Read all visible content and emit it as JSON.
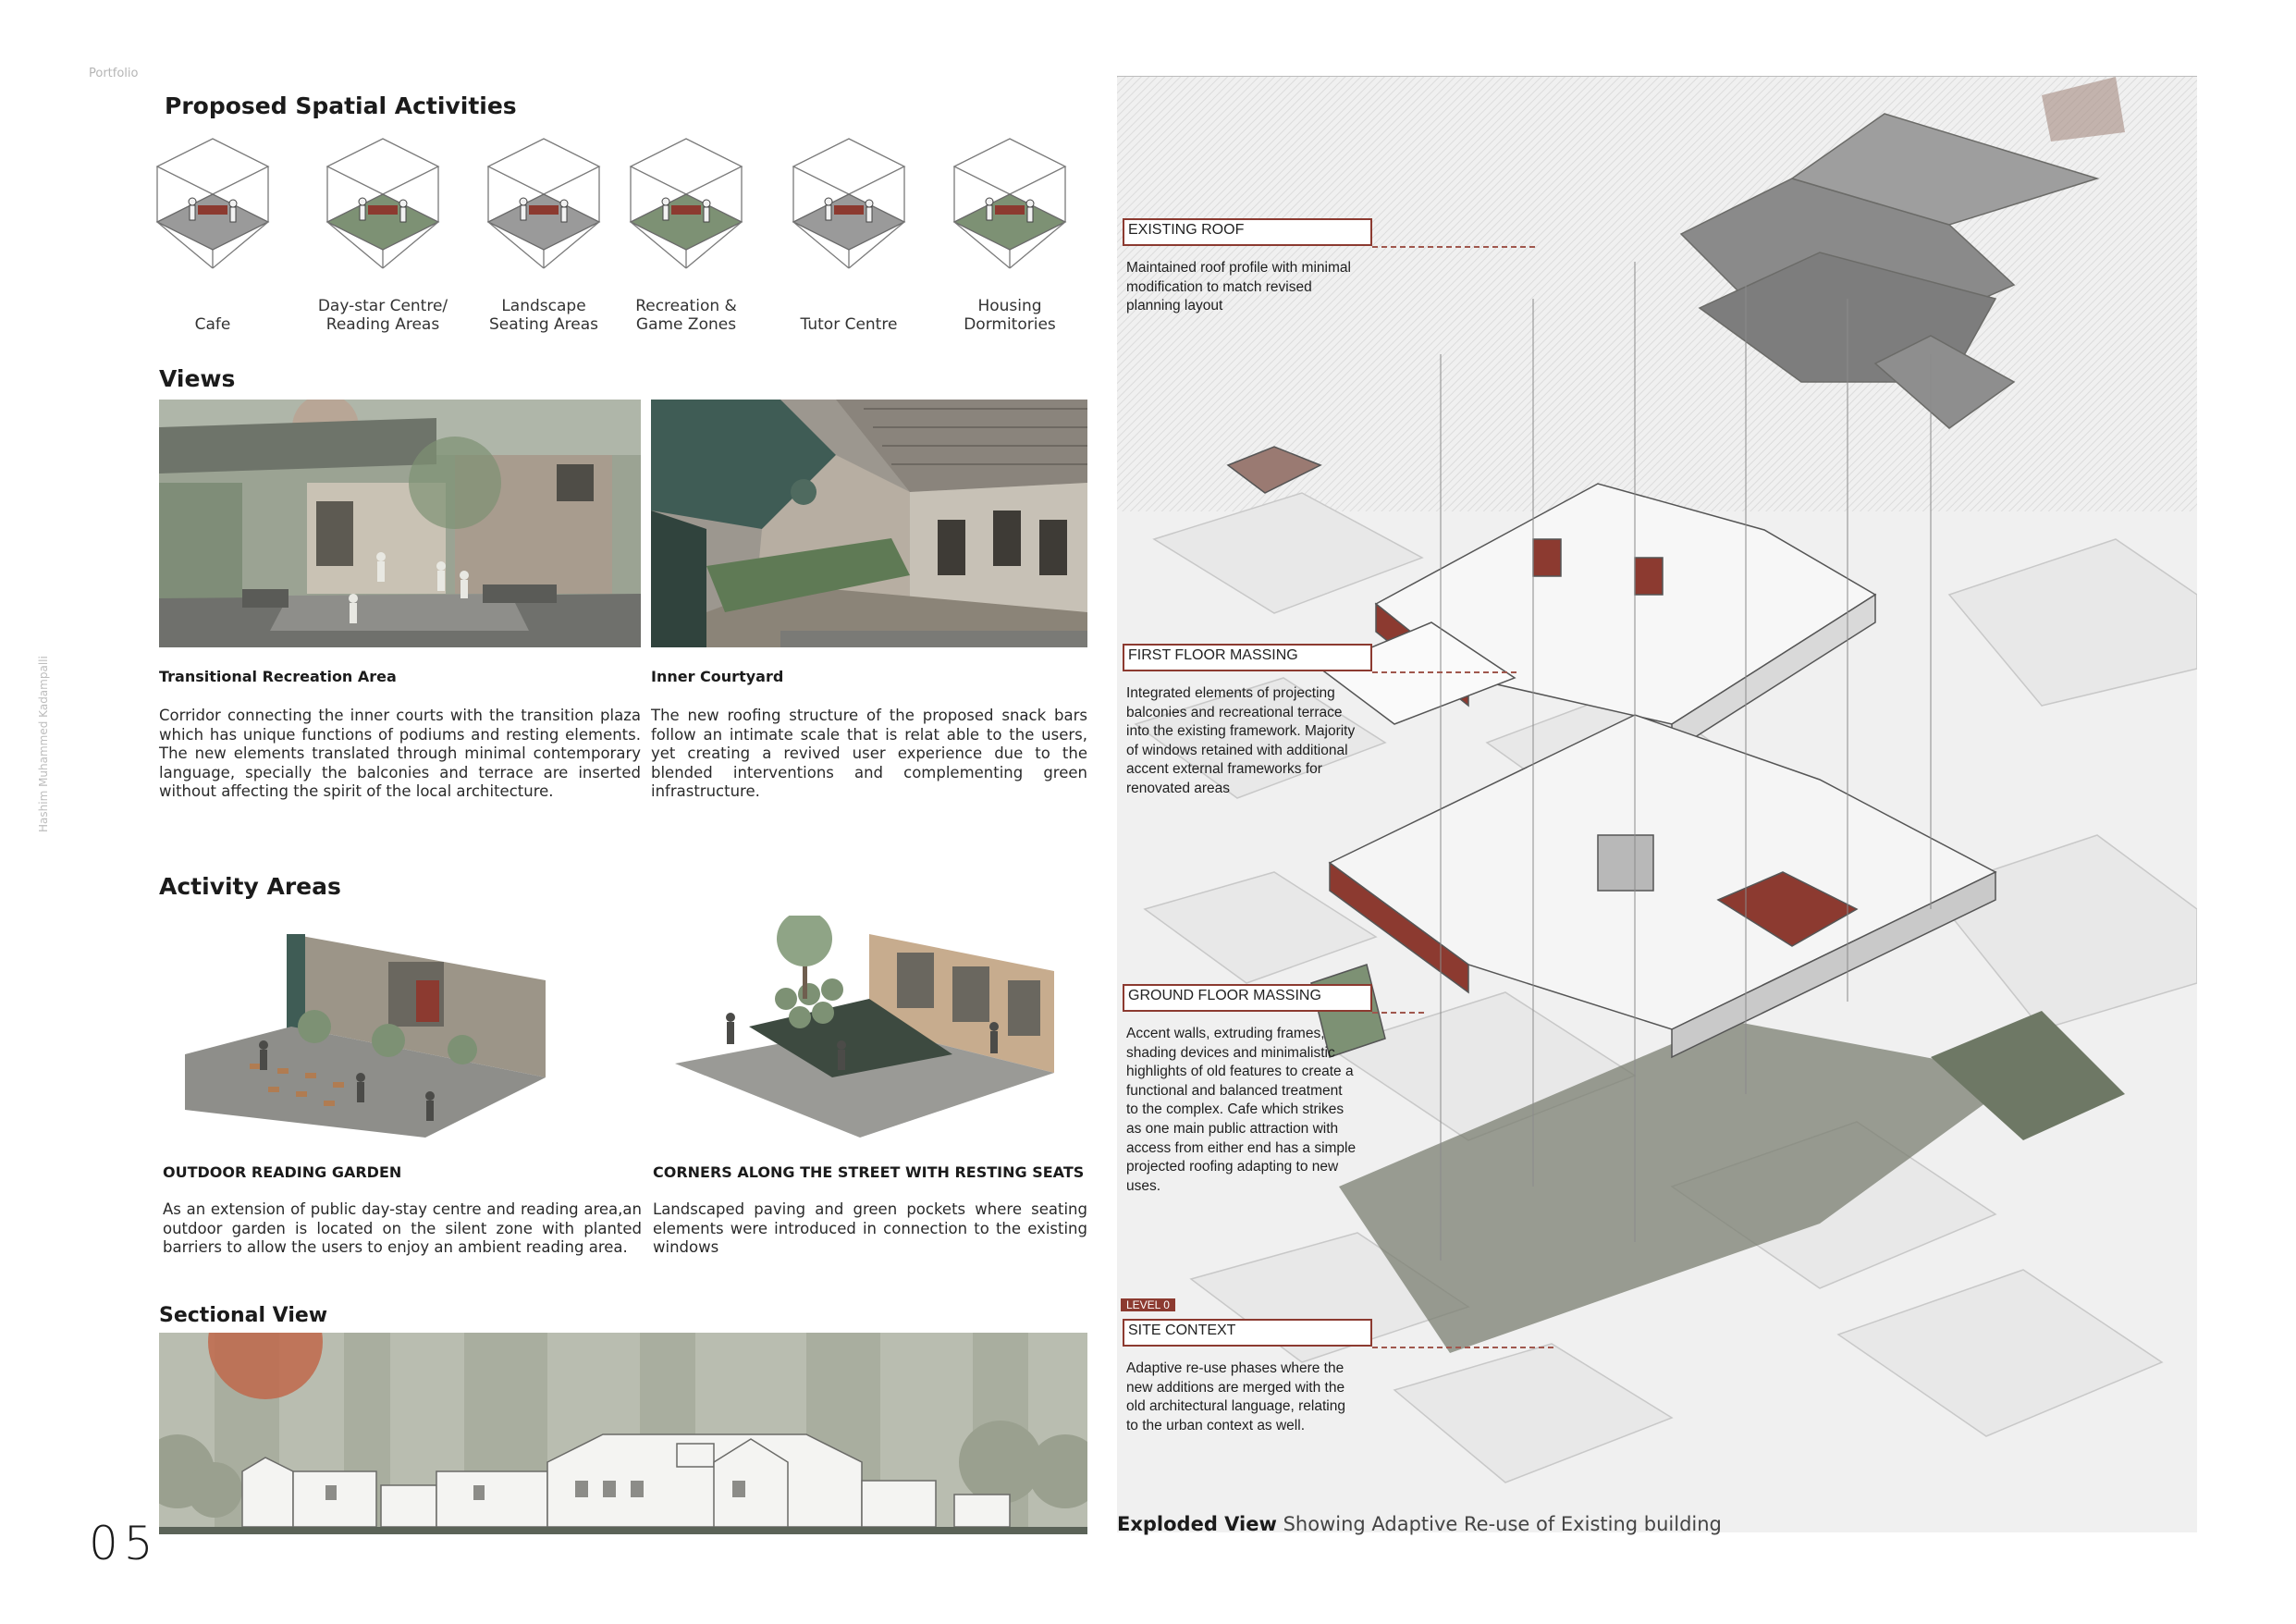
{
  "header": {
    "portfolio_tag": "Portfolio",
    "author": "Hashim Muhammed Kadampalli",
    "page_number": "05"
  },
  "colors": {
    "accent": "#8c3a30",
    "green": "#7d9174",
    "sun": "#c0684b",
    "grey": "#9a9a9a"
  },
  "spatial": {
    "title": "Proposed Spatial Activities",
    "items": [
      {
        "label": "Cafe",
        "floor": "grey",
        "icon": "cafe-icon"
      },
      {
        "label": "Day-star Centre/\nReading Areas",
        "floor": "green",
        "icon": "reading-area-icon"
      },
      {
        "label": "Landscape\nSeating Areas",
        "floor": "grey",
        "icon": "landscape-seating-icon"
      },
      {
        "label": "Recreation &\nGame Zones",
        "floor": "green",
        "icon": "recreation-icon"
      },
      {
        "label": "Tutor Centre",
        "floor": "grey",
        "icon": "tutor-centre-icon"
      },
      {
        "label": "Housing\nDormitories",
        "floor": "green",
        "icon": "housing-icon"
      }
    ]
  },
  "views": {
    "title": "Views",
    "left": {
      "title": "Transitional Recreation Area",
      "text": "Corridor connecting the inner courts with the transition plaza which has unique functions of podiums and resting elements. The new elements translated through minimal contemporary language, specially the balconies and terrace are inserted without affecting the spirit of the local architecture."
    },
    "right": {
      "title": "Inner Courtyard",
      "text": "The new roofing structure of the proposed snack bars follow an intimate scale that is relat able to the users, yet creating a revived user experience due to the blended interventions and complementing green infrastructure."
    }
  },
  "activity": {
    "title": "Activity Areas",
    "left": {
      "title": "OUTDOOR READING GARDEN",
      "text": "As an extension of public day-stay centre and reading area,an outdoor garden is located on the silent zone with planted barriers to allow the users to enjoy an ambient reading area."
    },
    "right": {
      "title": "CORNERS ALONG THE STREET WITH RESTING SEATS",
      "text": "Landscaped paving and green pockets where seating elements were introduced in connection to the existing windows"
    }
  },
  "section": {
    "title": "Sectional View"
  },
  "exploded": {
    "caption_bold": "Exploded View",
    "caption_rest": " Showing Adaptive Re-use of Existing building",
    "level_tag": "LEVEL 0",
    "callouts": [
      {
        "label": "EXISTING ROOF",
        "text": "Maintained roof profile with minimal modification to match revised planning layout"
      },
      {
        "label": "FIRST FLOOR MASSING",
        "text": "Integrated elements of projecting balconies and recreational terrace into the existing framework. Majority of windows retained with additional accent external frameworks for renovated areas"
      },
      {
        "label": "GROUND FLOOR MASSING",
        "text": "Accent walls, extruding frames, shading devices and minimalistic highlights of old features to create a functional and balanced treatment to the complex. Cafe which strikes as one main public attraction with access from either end has a simple projected roofing adapting to new uses."
      },
      {
        "label": "SITE CONTEXT",
        "text": "Adaptive re-use phases where the new additions are merged with the old architectural language, relating to the urban context as well."
      }
    ]
  }
}
